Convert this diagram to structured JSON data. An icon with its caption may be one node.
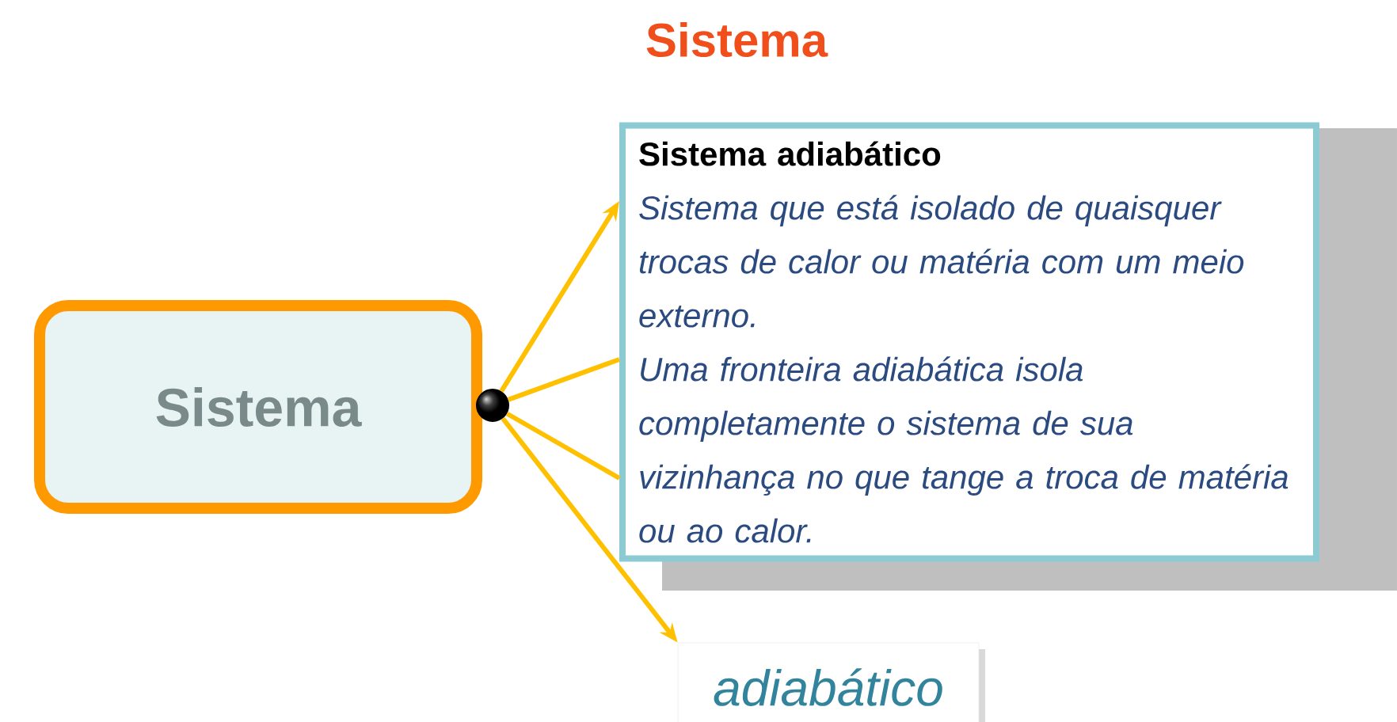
{
  "diagram": {
    "title": "Sistema",
    "nodes": [
      {
        "text": [
          "Sistema"
        ]
      },
      {
        "text": [],
        "shape": "circle"
      },
      {
        "text": [
          "Sistema adiabático",
          "Sistema que está isolado de quaisquer trocas de calor ou matéria com um meio externo.",
          "Uma fronteira adiabática isola completamente o sistema de sua vizinhança no que tange a troca de matéria ou ao calor."
        ]
      },
      {
        "text": [
          "adiabático"
        ]
      }
    ],
    "edges": [
      {
        "from": 1,
        "to": 2,
        "arrow": "to"
      },
      {
        "from": 1,
        "to": 2,
        "arrow": "none"
      },
      {
        "from": 1,
        "to": 2,
        "arrow": "none"
      },
      {
        "from": 1,
        "to": 3,
        "arrow": "to"
      }
    ]
  }
}
